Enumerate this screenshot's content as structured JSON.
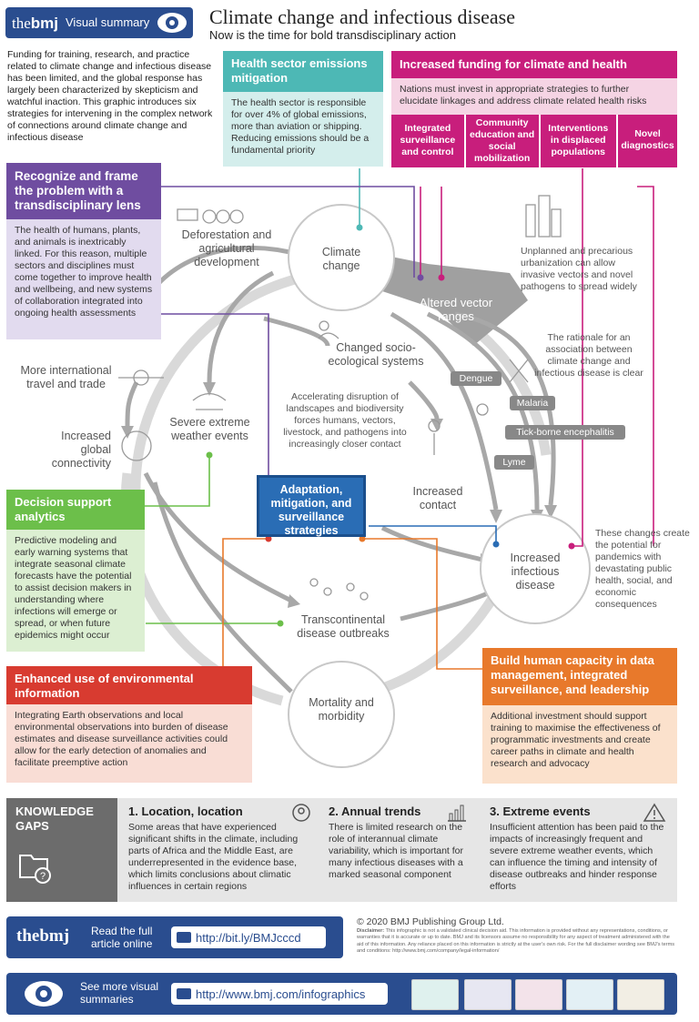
{
  "header": {
    "logo_prefix": "the",
    "logo_bold": "bmj",
    "badge_label": "Visual summary",
    "title": "Climate change and infectious disease",
    "subtitle": "Now is the time for bold transdisciplinary action"
  },
  "intro": "Funding for training, research, and practice related to climate change and infectious disease has been limited, and the global response has largely been characterized by skepticism and watchful inaction. This graphic introduces six strategies for intervening in the complex network of connections around climate change and infectious disease",
  "health_sector": {
    "title": "Health sector emissions mitigation",
    "body": "The health sector is responsible for over 4% of global emissions, more than aviation or shipping. Reducing emissions should be a fundamental priority"
  },
  "funding": {
    "title": "Increased funding for climate and health",
    "body": "Nations must invest in appropriate strategies to further elucidate linkages and address climate related health risks",
    "items": [
      "Integrated surveillance and control",
      "Community education and social mobilization",
      "Interventions in displaced populations",
      "Novel diagnostics"
    ]
  },
  "recognize": {
    "title": "Recognize and frame the problem with a transdisciplinary lens",
    "body": "The health of humans, plants, and animals is inextricably linked. For this reason, multiple sectors and disciplines must come together to improve health and wellbeing, and new systems of collaboration integrated into ongoing health assessments"
  },
  "diagram": {
    "deforestation": "Deforestation and agricultural development",
    "climate_change": "Climate change",
    "urbanization": "Unplanned and precarious urbanization can allow invasive vectors and novel pathogens to spread widely",
    "altered_vector": "Altered vector ranges",
    "socio": "Changed socio-ecological systems",
    "rationale": "The rationale for an association between climate change and infectious disease is clear",
    "travel": "More international travel and trade",
    "severe_weather": "Severe extreme weather events",
    "accelerating": "Accelerating disruption of landscapes and biodiversity forces humans, vectors, livestock, and pathogens into increasingly closer contact",
    "global_conn": "Increased global connectivity",
    "increased_contact": "Increased contact",
    "diseases": [
      "Dengue",
      "Malaria",
      "Tick-borne encephalitis",
      "Lyme"
    ],
    "increased_infectious": "Increased infectious disease",
    "these_changes": "These changes create the potential for pandemics with devastating public health, social, and economic consequences",
    "transcontinental": "Transcontinental disease outbreaks",
    "mortality": "Mortality and morbidity"
  },
  "adaptation": {
    "title": "Adaptation, mitigation, and surveillance strategies"
  },
  "decision": {
    "title": "Decision support analytics",
    "body": "Predictive modeling and early warning systems that integrate seasonal climate forecasts have the potential to assist decision makers in understanding where infections will emerge or spread, or when future epidemics might occur"
  },
  "environmental": {
    "title": "Enhanced use of environmental information",
    "body": "Integrating Earth observations and local environmental observations into burden of disease estimates and disease surveillance activities could allow for the early detection of anomalies and facilitate preemptive action"
  },
  "capacity": {
    "title": "Build human capacity in data management, integrated surveillance, and leadership",
    "body": "Additional investment should support training to maximise the effectiveness of programmatic investments and create career paths in climate and health research and advocacy"
  },
  "knowledge_gaps": {
    "label": "KNOWLEDGE GAPS",
    "items": [
      {
        "title": "1. Location, location",
        "body": "Some areas that have experienced significant shifts in the climate, including parts of Africa and the Middle East, are underrepresented in the evidence base, which limits conclusions about climatic influences in certain regions"
      },
      {
        "title": "2. Annual trends",
        "body": "There is limited research on the role of interannual climate variability, which is important for many infectious diseases with a marked seasonal component"
      },
      {
        "title": "3. Extreme events",
        "body": "Insufficient attention has been paid to the impacts of increasingly frequent and severe extreme weather events, which can influence the timing and intensity of disease outbreaks and hinder response efforts"
      }
    ]
  },
  "footer": {
    "logo": "thebmj",
    "read_label": "Read the full article online",
    "article_url": "http://bit.ly/BMJcccd",
    "copyright": "© 2020 BMJ Publishing Group Ltd.",
    "disclaimer_label": "Disclaimer:",
    "disclaimer": "This infographic is not a validated clinical decision aid. This information is provided without any representations, conditions, or warranties that it is accurate or up to date. BMJ and its licensors assume no responsibility for any aspect of treatment administered with the aid of this information. Any reliance placed on this information is strictly at the user's own risk. For the full disclaimer wording see BMJ's terms and conditions: http://www.bmj.com/company/legal-information/",
    "more_label": "See more visual summaries",
    "more_url": "http://www.bmj.com/infographics"
  },
  "colors": {
    "teal": "#4db8b5",
    "magenta": "#c81e7c",
    "purple": "#6f4da0",
    "green": "#6cbf4a",
    "red": "#d83b30",
    "orange": "#e8792b",
    "blue": "#2a6db5",
    "navy": "#2a4d8f"
  }
}
